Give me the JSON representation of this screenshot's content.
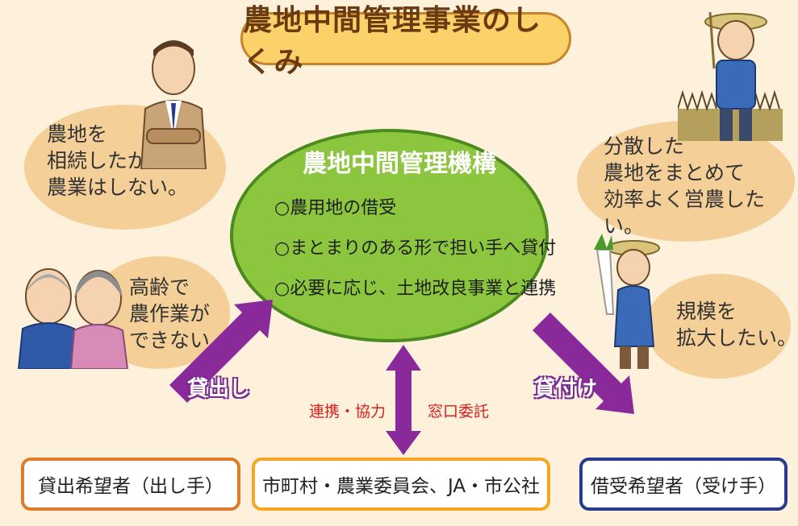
{
  "title": "農地中間管理事業のしくみ",
  "center": {
    "name": "農地中間管理機構",
    "items": [
      "○農用地の借受",
      "○まとまりのある形で担い手へ貸付",
      "○必要に応じ、土地改良事業と連携"
    ]
  },
  "left_bubbles": [
    {
      "lines": [
        "農地を",
        "相続したが、",
        "農業はしない。"
      ]
    },
    {
      "lines": [
        "高齢で",
        "農作業が",
        "できない。"
      ]
    }
  ],
  "right_bubbles": [
    {
      "lines": [
        "分散した",
        "農地をまとめて",
        "効率よく営農したい。"
      ]
    },
    {
      "lines": [
        "規模を",
        "拡大したい。"
      ]
    }
  ],
  "arrows": {
    "lend_out": "貸出し",
    "lend": "貸付け",
    "cooperation": "連携・協力",
    "window": "窓口委託"
  },
  "boxes": {
    "lender": "貸出希望者（出し手）",
    "municipal": "市町村・農業委員会、JA・市公社",
    "borrower": "借受希望者（受け手）"
  }
}
